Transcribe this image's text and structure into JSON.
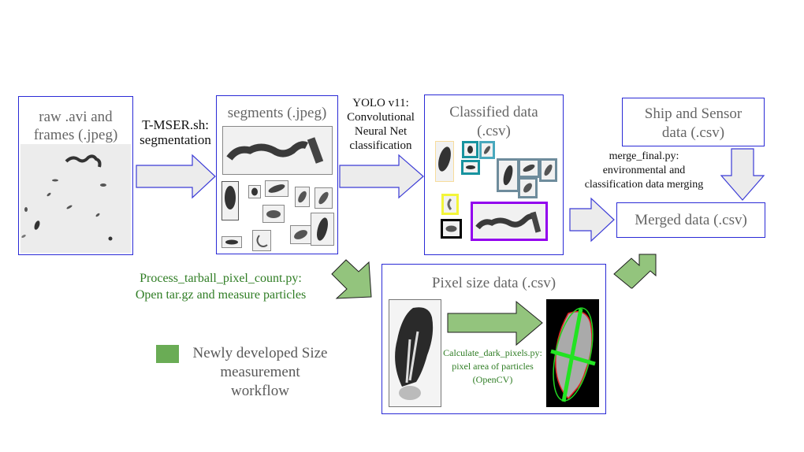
{
  "nodes": {
    "raw": {
      "title_line1": "raw .avi and",
      "title_line2": "frames (.jpeg)"
    },
    "segments": {
      "title": "segments (.jpeg)"
    },
    "classified": {
      "title_line1": "Classified data",
      "title_line2": "(.csv)"
    },
    "ship_sensor": {
      "title_line1": "Ship and Sensor",
      "title_line2": "data (.csv)"
    },
    "merged": {
      "title": "Merged data (.csv)"
    },
    "pixel_size": {
      "title": "Pixel size data (.csv)"
    }
  },
  "edges": {
    "tmser": {
      "line1": "T-MSER.sh:",
      "line2": "segmentation"
    },
    "yolo": {
      "line1": "YOLO v11:",
      "line2": "Convolutional",
      "line3": "Neural Net",
      "line4": "classification"
    },
    "merge": {
      "line1": "merge_final.py:",
      "line2": "environmental and",
      "line3": "classification data merging"
    },
    "tarball": {
      "line1": "Process_tarball_pixel_count.py:",
      "line2": "Open tar.gz and measure particles"
    },
    "dark_pixels": {
      "line1": "Calculate_dark_pixels.py:",
      "line2": "pixel area of particles",
      "line3": "(OpenCV)"
    }
  },
  "legend": {
    "line1": "Newly developed Size",
    "line2": "measurement",
    "line3": "workflow",
    "swatch_color": "#6aac55"
  },
  "colors": {
    "box_border": "#2a2ad6",
    "gray_arrow_fill": "#ececec",
    "gray_arrow_stroke": "#3b3bd6",
    "green_arrow_fill": "#93c47d",
    "green_text": "#2f7d24",
    "class_box_colors": [
      "#f7dc9c",
      "#17939f",
      "#49a8bd",
      "#6e8c9c",
      "#f3f53a",
      "#000000",
      "#9200ee"
    ]
  }
}
